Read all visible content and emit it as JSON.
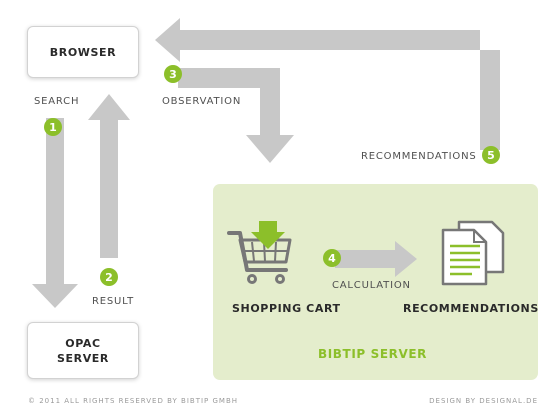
{
  "nodes": {
    "browser": "BROWSER",
    "opac_line1": "OPAC",
    "opac_line2": "SERVER",
    "bibtip_server": "BIBTIP SERVER",
    "shopping_cart": "SHOPPING CART",
    "recommendations_target": "RECOMMENDATIONS"
  },
  "steps": [
    {
      "number": "1",
      "label": "SEARCH"
    },
    {
      "number": "2",
      "label": "RESULT"
    },
    {
      "number": "3",
      "label": "OBSERVATION"
    },
    {
      "number": "4",
      "label": "CALCULATION"
    },
    {
      "number": "5",
      "label": "RECOMMENDATIONS"
    }
  ],
  "footer": {
    "copyright": "© 2011 ALL RIGHTS RESERVED BY BIBTIP GMBH",
    "credit": "DESIGN BY DESIGNAL.DE"
  },
  "colors": {
    "arrow": "#c8c8c8",
    "accent_green": "#8cbf2a",
    "server_panel": "#e4edcc",
    "icon_gray": "#777777"
  },
  "icons": [
    "shopping-cart-icon",
    "documents-icon",
    "download-arrow-icon"
  ]
}
